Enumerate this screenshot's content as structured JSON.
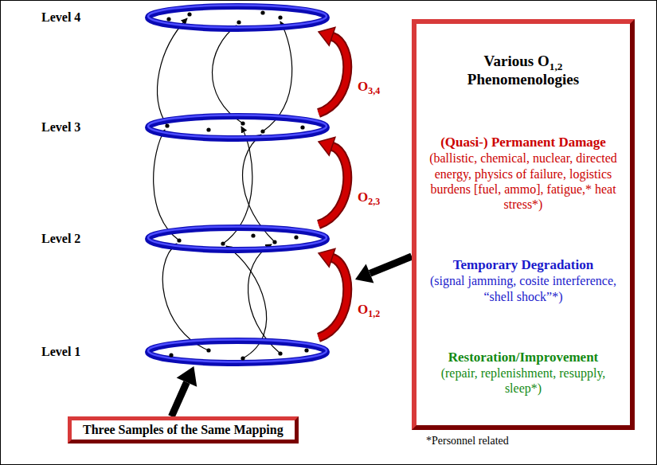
{
  "diagram": {
    "nodes": [
      {
        "text": [
          "Level 4"
        ]
      },
      {
        "text": [
          "Level 3"
        ]
      },
      {
        "text": [
          "Level 2"
        ]
      },
      {
        "text": [
          "Level 1"
        ]
      },
      {
        "text": [
          "Various O1,2 Phenomenologies",
          "(Quasi-) Permanent Damage",
          "(ballistic, chemical, nuclear, directed energy, physics of failure, logistics burdens [fuel, ammo], fatigue,* heat stress*)",
          "Temporary Degradation",
          "(signal jamming, cosite interference, “shell shock”*)",
          "Restoration/Improvement",
          "(repair, replenishment, resupply, sleep*)"
        ]
      },
      {
        "text": [
          "Three Samples of the Same Mapping"
        ]
      }
    ],
    "edges": [
      {
        "from": 3,
        "to": 2,
        "label": "O1,2",
        "arrow": "to"
      },
      {
        "from": 2,
        "to": 1,
        "label": "O2,3",
        "arrow": "to"
      },
      {
        "from": 1,
        "to": 0,
        "label": "O3,4",
        "arrow": "to"
      },
      {
        "from": 5,
        "to": 3,
        "arrow": "to"
      }
    ],
    "labels": [
      "*Personnel related"
    ]
  }
}
